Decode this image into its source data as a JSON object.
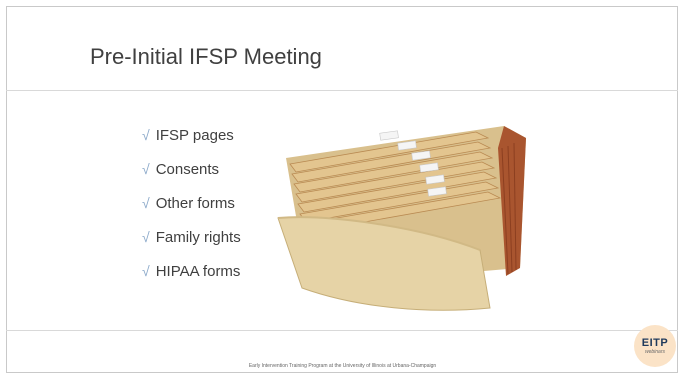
{
  "slide": {
    "title": "Pre-Initial IFSP Meeting",
    "footer": "Early Intervention Training Program at the University of Illinois at Urbana-Champaign"
  },
  "checklist": {
    "mark": "√",
    "items": [
      {
        "label": "IFSP pages"
      },
      {
        "label": "Consents"
      },
      {
        "label": "Other forms"
      },
      {
        "label": "Family rights"
      },
      {
        "label": "HIPAA forms"
      }
    ]
  },
  "logo": {
    "main": "EITP",
    "sub": "webinars",
    "background": "#fbe3c7"
  },
  "colors": {
    "folder_front": "#e6d3a6",
    "folder_tabs": "#d6a76e",
    "folder_edge": "#a9552f"
  }
}
